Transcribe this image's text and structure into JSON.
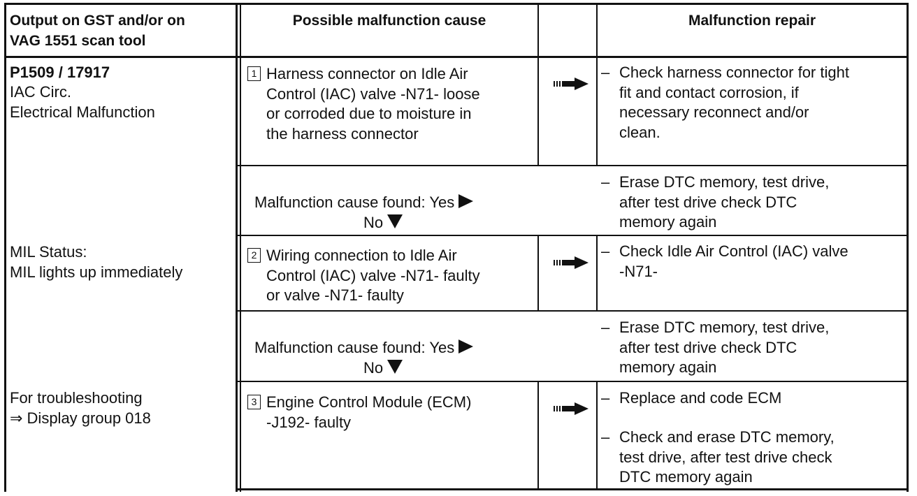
{
  "headers": {
    "output": "Output on GST and/or on\nVAG 1551 scan tool",
    "cause": "Possible malfunction cause",
    "repair": "Malfunction repair"
  },
  "left": {
    "code": "P1509 / 17917",
    "desc": "IAC Circ.\nElectrical Malfunction",
    "mil": "MIL Status:\nMIL lights up immediately",
    "trouble": "For troubleshooting\n⇒ Display group 018"
  },
  "rows": [
    {
      "num": "1",
      "cause": "Harness connector on Idle Air\nControl (IAC) valve -N71- loose\nor corroded due to moisture in\nthe harness connector",
      "repairs": [
        "Check harness connector for tight\nfit and contact corrosion, if\nnecessary reconnect and/or\nclean."
      ]
    },
    {
      "num": "2",
      "cause": "Wiring connection to Idle Air\nControl (IAC) valve -N71- faulty\nor valve -N71- faulty",
      "repairs": [
        "Check Idle Air Control (IAC) valve\n-N71-"
      ]
    },
    {
      "num": "3",
      "cause": "Engine Control Module (ECM)\n-J192- faulty",
      "repairs": [
        "Replace and code ECM",
        "Check and erase DTC memory,\ntest drive, after test drive check\nDTC memory again"
      ]
    }
  ],
  "found": {
    "yes": "Malfunction cause found: Yes",
    "no": "No",
    "dash": "–",
    "repair": "Erase DTC memory, test drive,\nafter test drive check DTC\nmemory again"
  }
}
